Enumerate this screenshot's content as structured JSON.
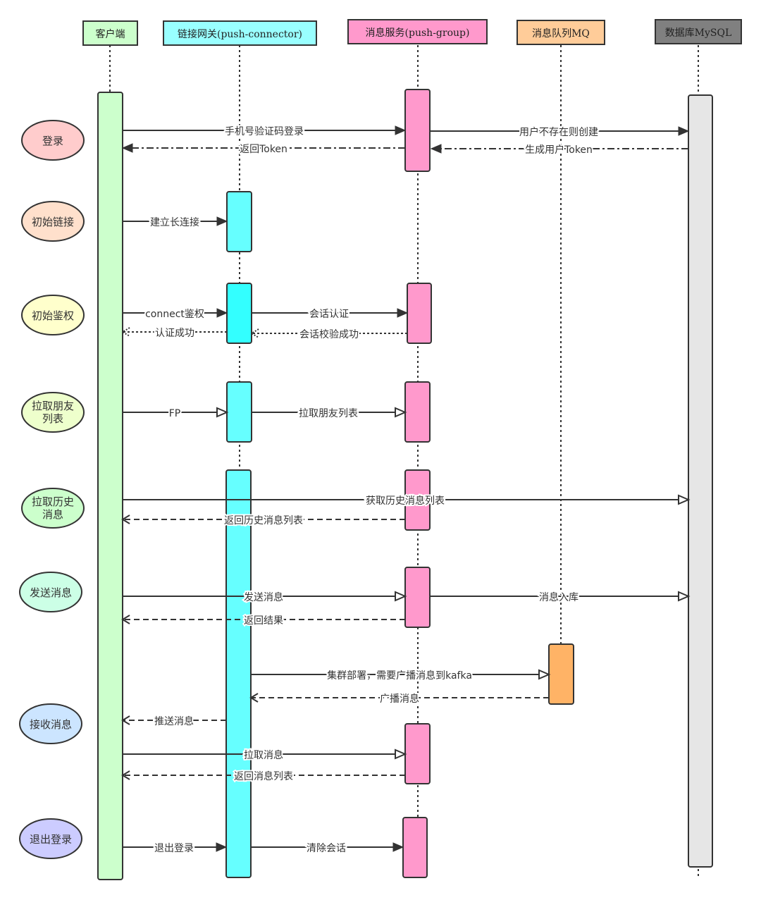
{
  "participants": [
    {
      "id": "client",
      "label": "客户端",
      "color": "#ccffcc"
    },
    {
      "id": "gateway",
      "label": "链接网关(push-connector)",
      "color": "#99ffff"
    },
    {
      "id": "msg",
      "label": "消息服务(push-group)",
      "color": "#ff99cc"
    },
    {
      "id": "mq",
      "label": "消息队列MQ",
      "color": "#ffcc99"
    },
    {
      "id": "db",
      "label": "数据库MySQL",
      "color": "#808080"
    }
  ],
  "phases": [
    {
      "label": "登录",
      "color": "#ffcccc"
    },
    {
      "label": "初始链接",
      "color": "#ffe0cc"
    },
    {
      "label": "初始鉴权",
      "color": "#ffffcc"
    },
    {
      "label": "拉取朋友\n列表",
      "color": "#eeffcc"
    },
    {
      "label": "拉取历史\n消息",
      "color": "#ccffcc"
    },
    {
      "label": "发送消息",
      "color": "#ccffe6"
    },
    {
      "label": "接收消息",
      "color": "#cce5ff"
    },
    {
      "label": "退出登录",
      "color": "#ccccff"
    }
  ],
  "messages": [
    {
      "label": "手机号验证码登录",
      "from": "client",
      "to": "msg",
      "style": "solid",
      "arrow": "filled"
    },
    {
      "label": "用户不存在则创建",
      "from": "msg",
      "to": "db",
      "style": "solid",
      "arrow": "filled"
    },
    {
      "label": "返回Token",
      "from": "msg",
      "to": "client",
      "style": "dashdot",
      "arrow": "filled"
    },
    {
      "label": "生成用户Token",
      "from": "db",
      "to": "msg",
      "style": "dashdot",
      "arrow": "filled"
    },
    {
      "label": "建立长连接",
      "from": "client",
      "to": "gateway",
      "style": "solid",
      "arrow": "filled"
    },
    {
      "label": "connect鉴权",
      "from": "client",
      "to": "gateway",
      "style": "solid",
      "arrow": "filled"
    },
    {
      "label": "会话认证",
      "from": "gateway",
      "to": "msg",
      "style": "solid",
      "arrow": "filled"
    },
    {
      "label": "认证成功",
      "from": "gateway",
      "to": "client",
      "style": "dotted",
      "arrow": "open"
    },
    {
      "label": "会话校验成功",
      "from": "msg",
      "to": "gateway",
      "style": "dotted",
      "arrow": "open"
    },
    {
      "label": "FP",
      "from": "client",
      "to": "gateway",
      "style": "solid",
      "arrow": "triangle"
    },
    {
      "label": "拉取朋友列表",
      "from": "gateway",
      "to": "msg",
      "style": "solid",
      "arrow": "triangle"
    },
    {
      "label": "获取历史消息列表",
      "from": "client",
      "to": "db",
      "style": "solid",
      "arrow": "triangle"
    },
    {
      "label": "返回历史消息列表",
      "from": "msg",
      "to": "client",
      "style": "dashed",
      "arrow": "open"
    },
    {
      "label": "发送消息",
      "from": "client",
      "to": "msg",
      "style": "solid",
      "arrow": "triangle"
    },
    {
      "label": "消息入库",
      "from": "msg",
      "to": "db",
      "style": "solid",
      "arrow": "triangle"
    },
    {
      "label": "返回结果",
      "from": "msg",
      "to": "client",
      "style": "dashed",
      "arrow": "open"
    },
    {
      "label": "集群部署，需要广播消息到kafka",
      "from": "gateway",
      "to": "mq",
      "style": "solid",
      "arrow": "triangle"
    },
    {
      "label": "广播消息",
      "from": "mq",
      "to": "gateway",
      "style": "dashed",
      "arrow": "open"
    },
    {
      "label": "推送消息",
      "from": "gateway",
      "to": "client",
      "style": "dashed",
      "arrow": "open"
    },
    {
      "label": "拉取消息",
      "from": "client",
      "to": "msg",
      "style": "solid",
      "arrow": "triangle"
    },
    {
      "label": "返回消息列表",
      "from": "msg",
      "to": "client",
      "style": "dashed",
      "arrow": "open"
    },
    {
      "label": "退出登录",
      "from": "client",
      "to": "gateway",
      "style": "solid",
      "arrow": "filled"
    },
    {
      "label": "清除会话",
      "from": "gateway",
      "to": "msg",
      "style": "solid",
      "arrow": "filled"
    }
  ]
}
